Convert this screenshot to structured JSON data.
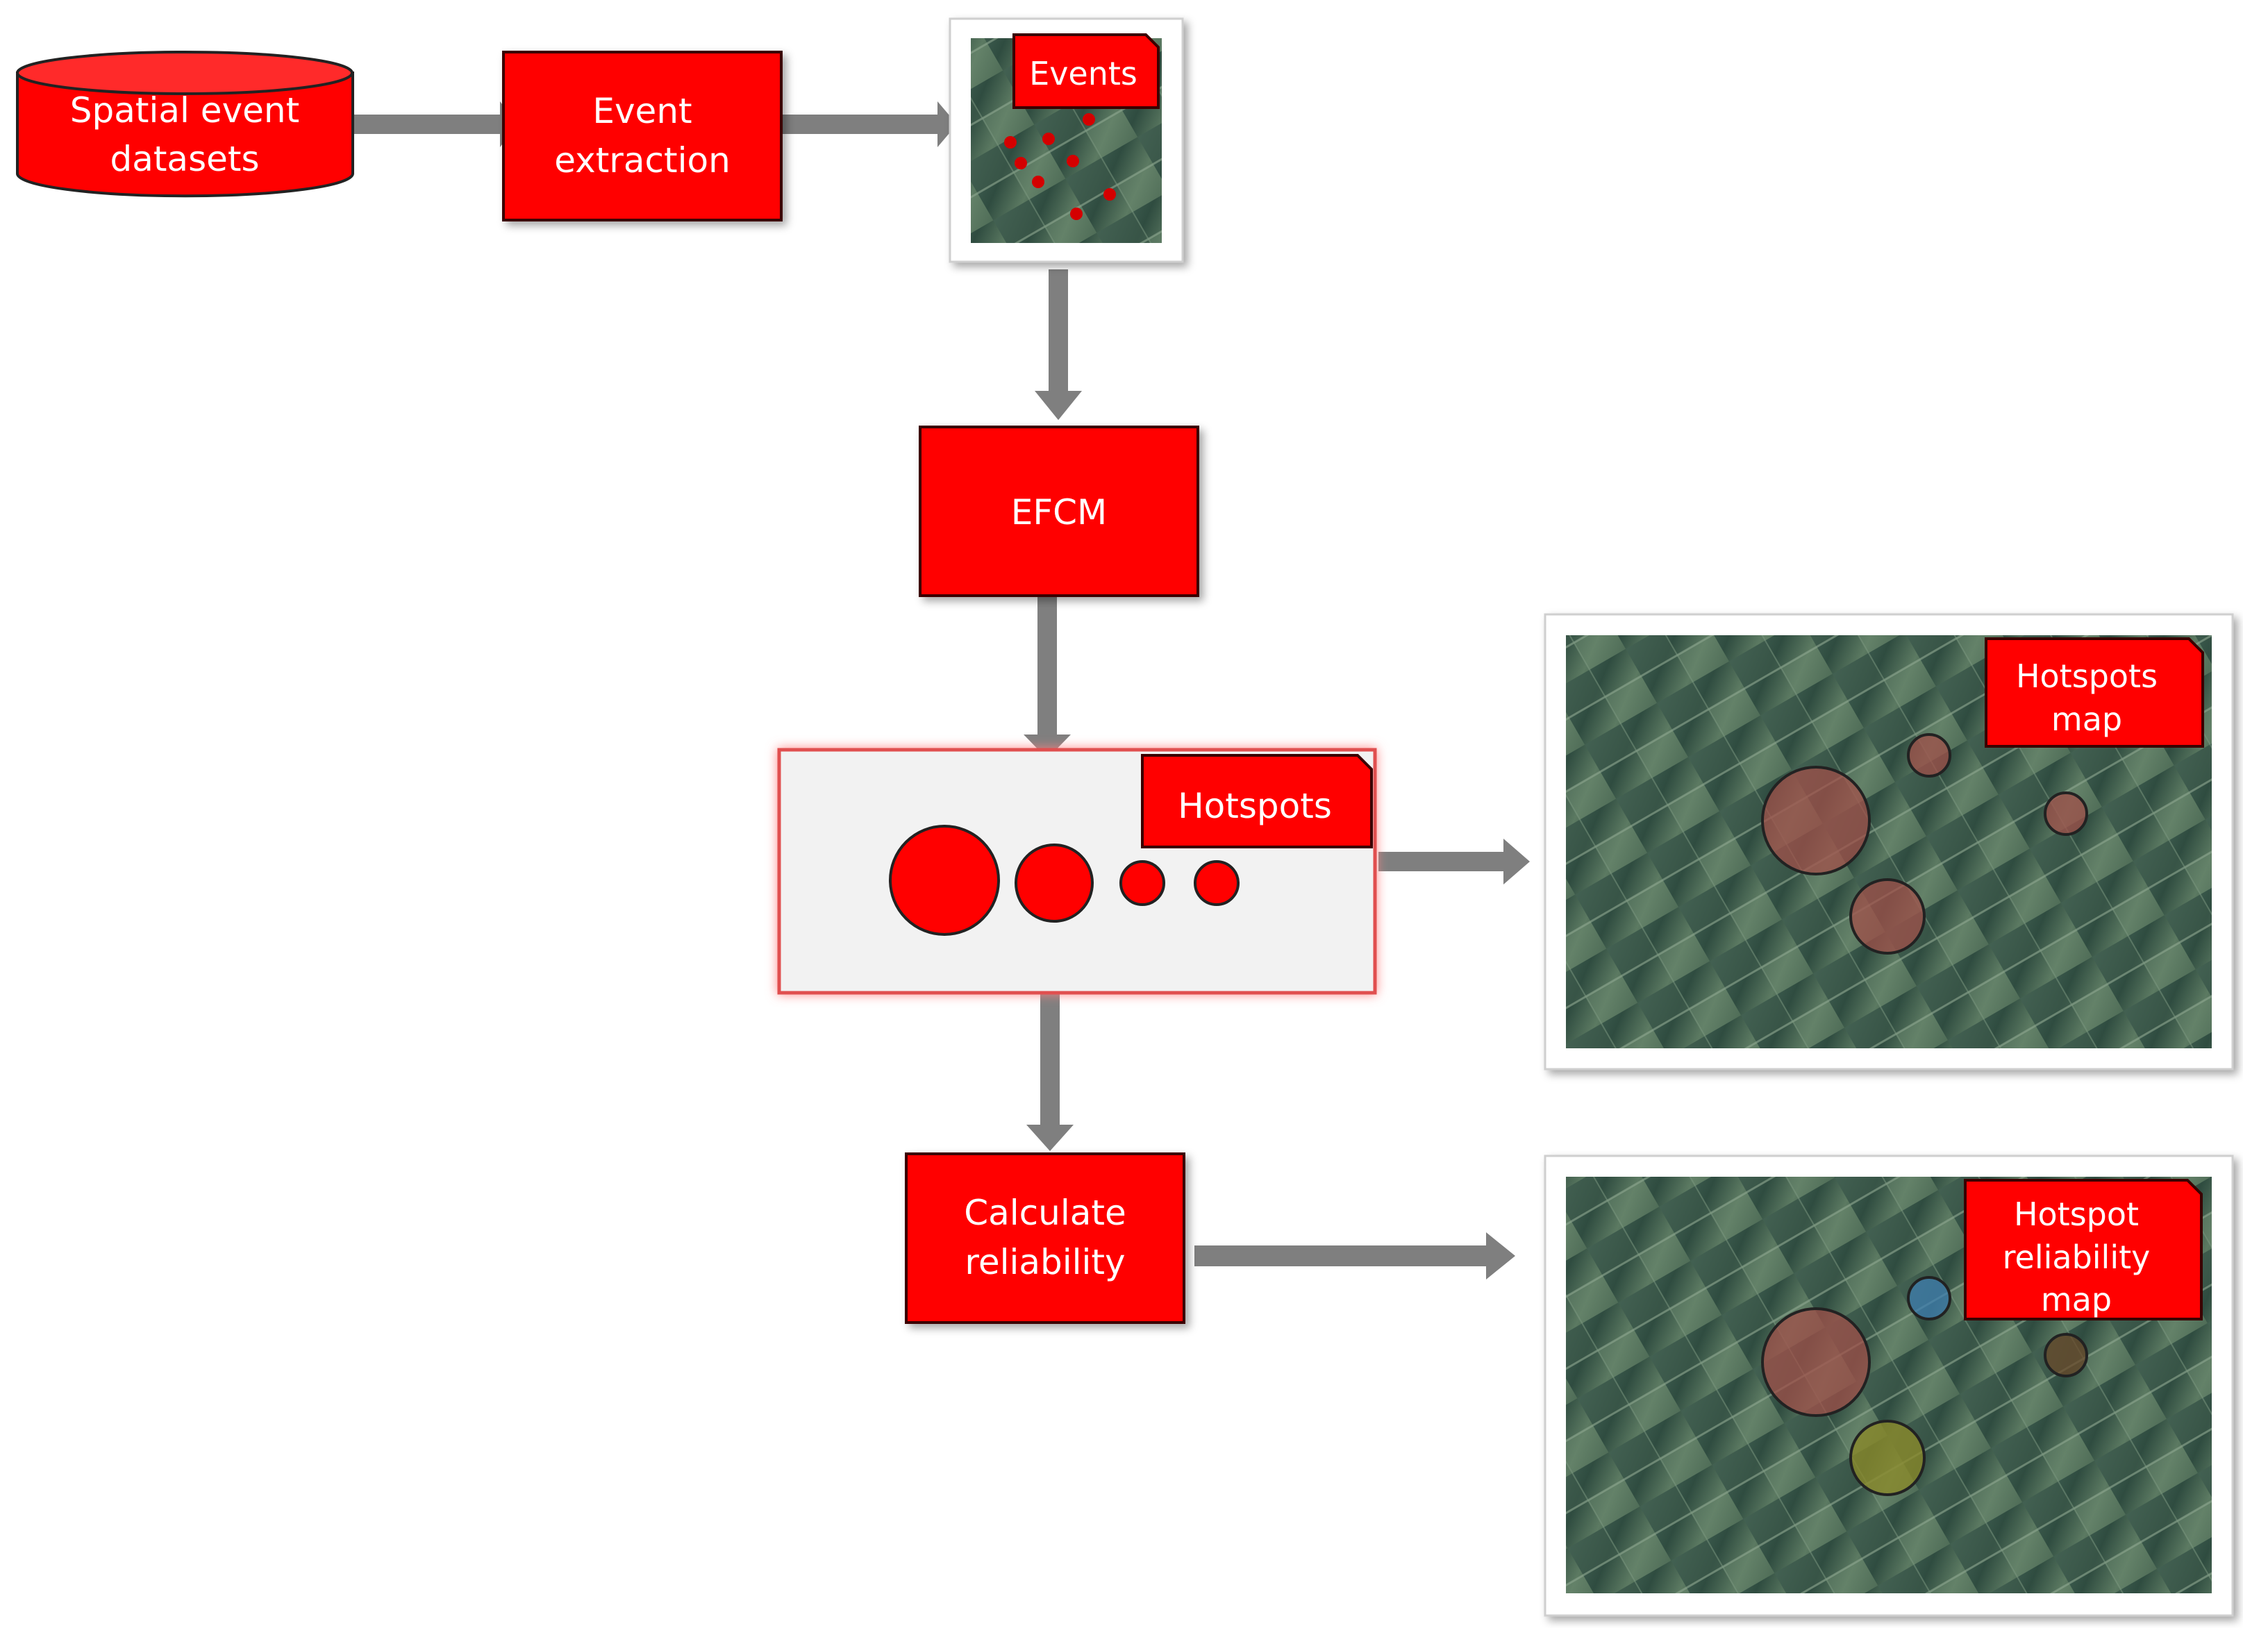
{
  "nodes": {
    "datasets": {
      "line1": "Spatial event",
      "line2": "datasets"
    },
    "extraction": {
      "line1": "Event",
      "line2": "extraction"
    },
    "events": {
      "label": "Events"
    },
    "efcm": {
      "label": "EFCM"
    },
    "hotspots": {
      "label": "Hotspots"
    },
    "hotspots_map": {
      "line1": "Hotspots",
      "line2": "map"
    },
    "calc": {
      "line1": "Calculate",
      "line2": "reliability"
    },
    "reliability_map": {
      "line1": "Hotspot",
      "line2": "reliability",
      "line3": "map"
    }
  },
  "colors": {
    "box_red": "#ff0000",
    "box_border": "#3a0000",
    "arrow": "#7f7f7f",
    "panel_bg": "#f2f2f2",
    "aerial_dark": "#2f4a3f",
    "aerial_light": "#6f8a74",
    "hotspot_brown": "#a0504a",
    "hotspot_blue": "#3f7fb0",
    "hotspot_olive": "#8a8a2a",
    "hotspot_darkbrown": "#6a4a2a"
  },
  "icons": {
    "event_dot": "red-dot-icon",
    "hotspot_circle": "circle-icon",
    "database": "cylinder-icon"
  }
}
